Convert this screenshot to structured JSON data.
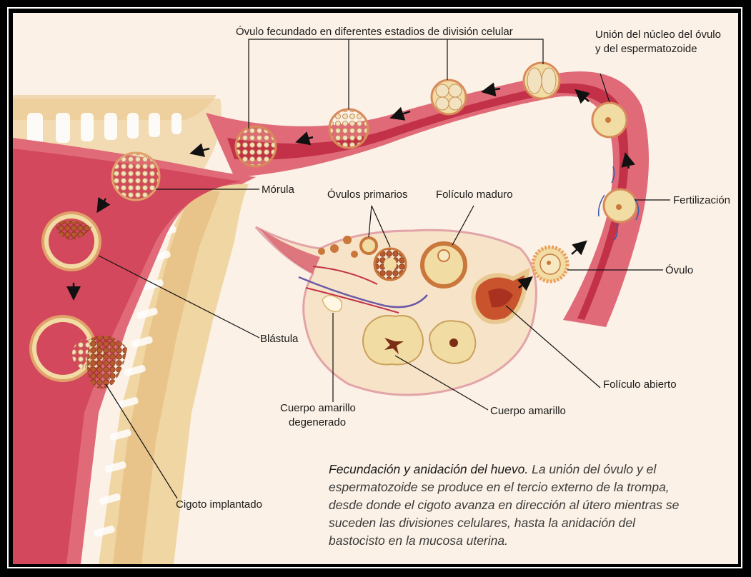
{
  "colors": {
    "frame": "#000000",
    "background": "#fbf1e6",
    "tube_outer": "#e06a78",
    "tube_inner": "#c23147",
    "ovary": "#f7e3c8",
    "uterine_wall": "#f2dbb3",
    "cell_yellow": "#f1dca4",
    "cell_brown": "#c9773a"
  },
  "labels": {
    "ovulo_fecundado": "Óvulo fecundado en diferentes estadios de división celular",
    "union_nucleo_1": "Unión del núcleo del óvulo",
    "union_nucleo_2": "y del espermatozoide",
    "morula": "Mórula",
    "ovulos_primarios": "Óvulos primarios",
    "foliculo_maduro": "Folículo maduro",
    "fertilizacion": "Fertilización",
    "ovulo": "Óvulo",
    "blastula": "Blástula",
    "foliculo_abierto": "Folículo abierto",
    "cuerpo_amarillo_degenerado_1": "Cuerpo amarillo",
    "cuerpo_amarillo_degenerado_2": "degenerado",
    "cuerpo_amarillo": "Cuerpo amarillo",
    "cigoto_implantado": "Cigoto implantado"
  },
  "caption": {
    "title": "Fecundación y anidación del huevo.",
    "line1_rest": " La unión del óvulo y el",
    "line2": "espermatozoide se produce en el tercio externo de la trompa,",
    "line3": "desde donde el cigoto avanza en dirección al útero mientras se",
    "line4": "suceden las divisiones celulares, hasta la anidación del",
    "line5": "bastocisto en la mucosa uterina."
  }
}
